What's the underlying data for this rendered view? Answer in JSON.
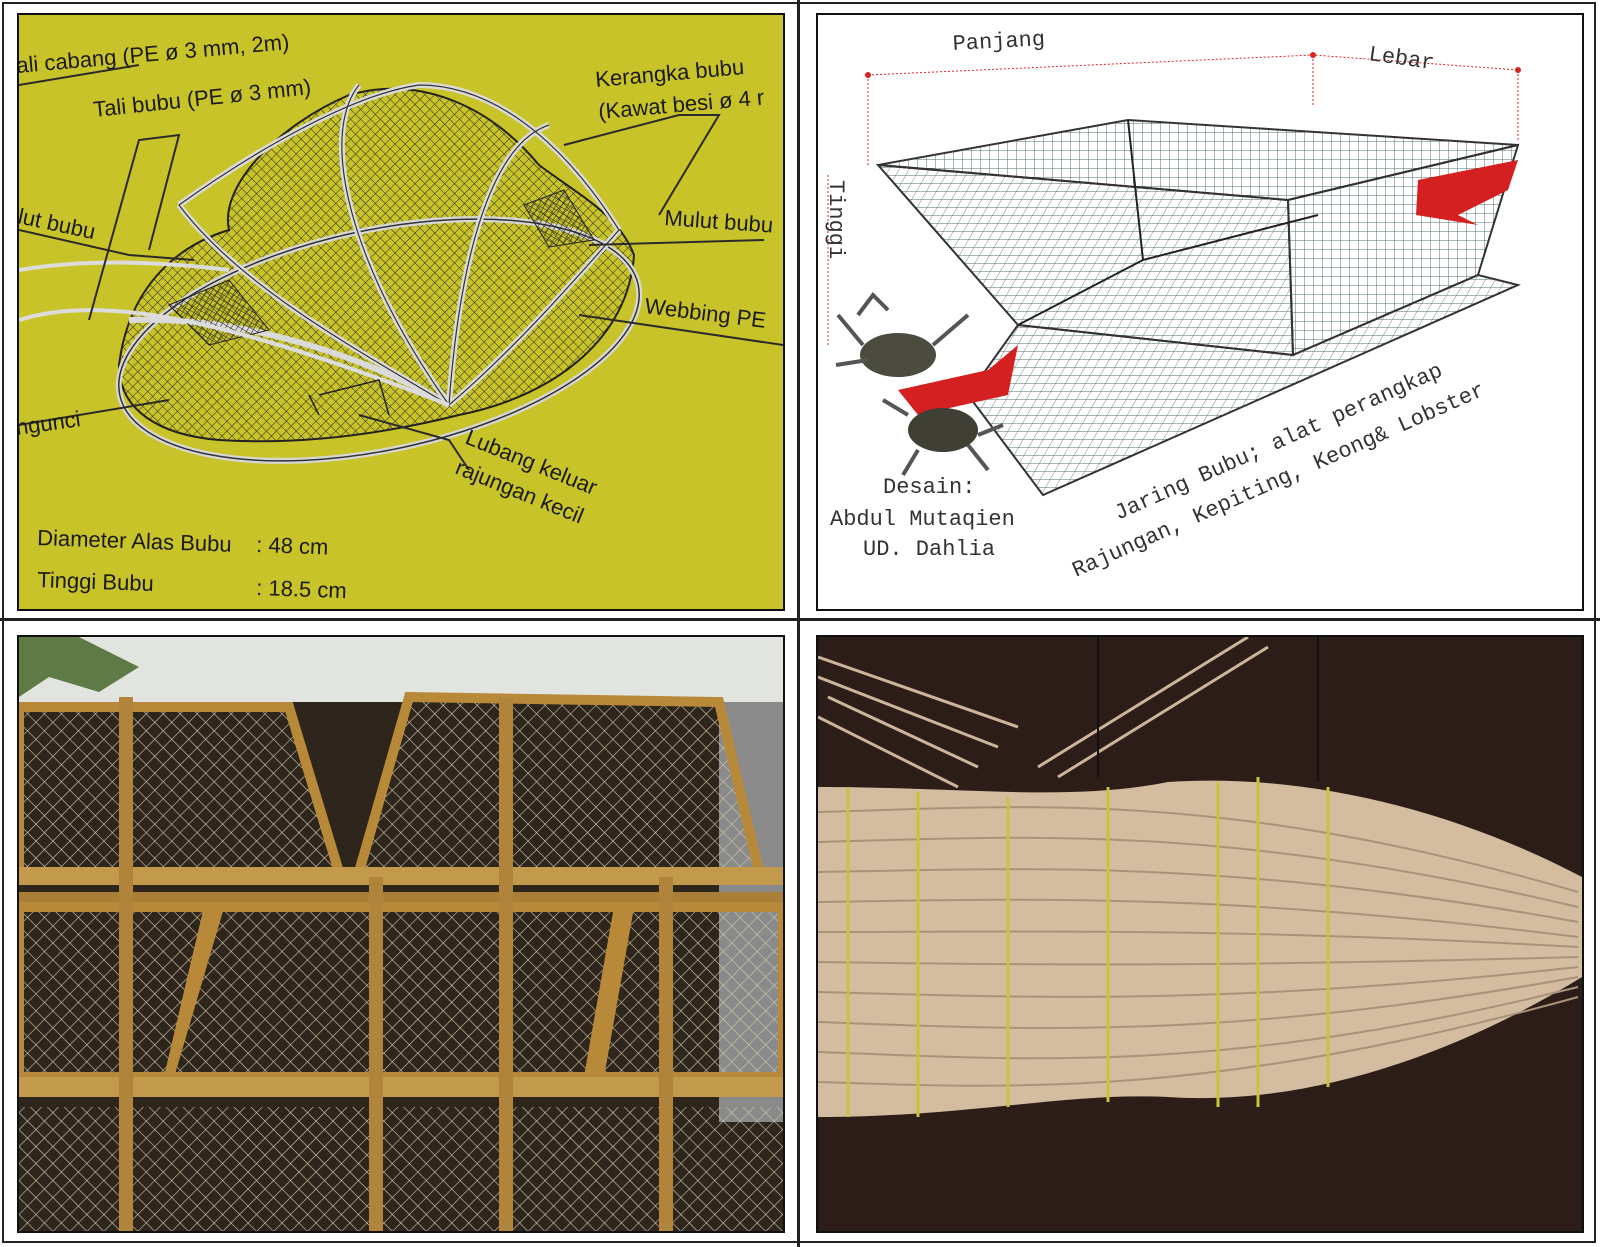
{
  "panel_a": {
    "labels": {
      "tali_cabang": "ali cabang (PE ø 3 mm, 2m)",
      "tali_bubu": "Tali bubu (PE ø 3 mm)",
      "kerangka_1": "Kerangka bubu",
      "kerangka_2": "(Kawat besi ø 4 r",
      "mulut_left": "lut bubu",
      "mulut_right": "Mulut bubu",
      "webbing": "Webbing PE",
      "pengunci": "ngunci",
      "lubang_1": "Lubang keluar",
      "lubang_2": "rajungan kecil",
      "diameter_label": "Diameter Alas Bubu",
      "diameter_value": ": 48 cm",
      "tinggi_label": "Tinggi Bubu",
      "tinggi_value": ": 18.5 cm"
    },
    "colors": {
      "background": "#c9c32a",
      "wire": "#2a2a2a"
    }
  },
  "panel_b": {
    "labels": {
      "panjang": "Panjang",
      "lebar": "Lebar",
      "tinggi": "Tinggi",
      "caption_1": "Jaring Bubu; alat perangkap",
      "caption_2": "Rajungan, Kepiting, Keong& Lobster",
      "designer_1": "Desain:",
      "designer_2": "Abdul Mutaqien",
      "designer_3": "UD. Dahlia"
    },
    "colors": {
      "arrow": "#d42020",
      "mesh": "#4f6a62"
    }
  },
  "panel_c": {
    "colors": {
      "sky": "#d8dcd6",
      "wood": "#b98a3a",
      "net": "#c7c0a5"
    }
  },
  "panel_d": {
    "colors": {
      "background": "#2c1d19",
      "bamboo": "#d9c2a7",
      "twine": "#c8c23a"
    }
  }
}
